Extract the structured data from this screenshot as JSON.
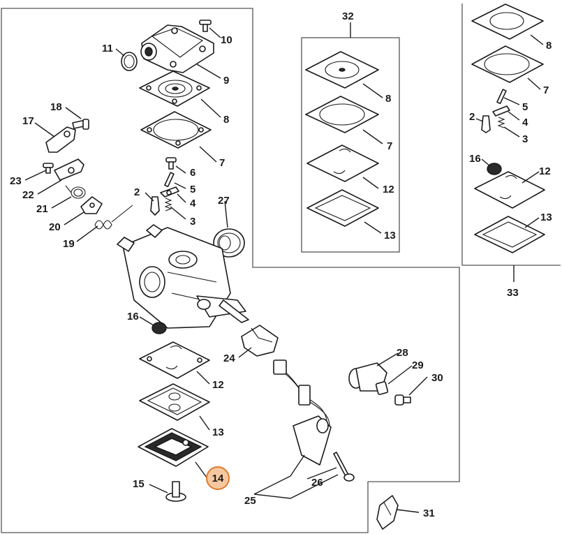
{
  "diagram": {
    "callouts": [
      "2",
      "3",
      "4",
      "5",
      "6",
      "7",
      "8",
      "9",
      "10",
      "11",
      "12",
      "13",
      "14",
      "15",
      "16",
      "17",
      "18",
      "19",
      "20",
      "21",
      "22",
      "23",
      "24",
      "25",
      "26",
      "27",
      "28",
      "29",
      "30",
      "31",
      "32",
      "33"
    ],
    "highlighted": "14",
    "highlight_color": "#f7c8a0",
    "highlight_border": "#e07a2a"
  },
  "labels": {
    "p2a": "2",
    "p3a": "3",
    "p4a": "4",
    "p5a": "5",
    "p6": "6",
    "p7a": "7",
    "p8a": "8",
    "p9": "9",
    "p10": "10",
    "p11": "11",
    "p12a": "12",
    "p13a": "13",
    "p14": "14",
    "p15": "15",
    "p16a": "16",
    "p17": "17",
    "p18": "18",
    "p19": "19",
    "p20": "20",
    "p21": "21",
    "p22": "22",
    "p23": "23",
    "p24": "24",
    "p25": "25",
    "p26": "26",
    "p27": "27",
    "p28": "28",
    "p29": "29",
    "p30": "30",
    "p31": "31",
    "p32": "32",
    "p8b": "8",
    "p7b": "7",
    "p12b": "12",
    "p13b": "13",
    "p33": "33",
    "p8c": "8",
    "p7c": "7",
    "p5c": "5",
    "p4c": "4",
    "p2c": "2",
    "p3c": "3",
    "p16c": "16",
    "p12c": "12",
    "p13c": "13"
  }
}
